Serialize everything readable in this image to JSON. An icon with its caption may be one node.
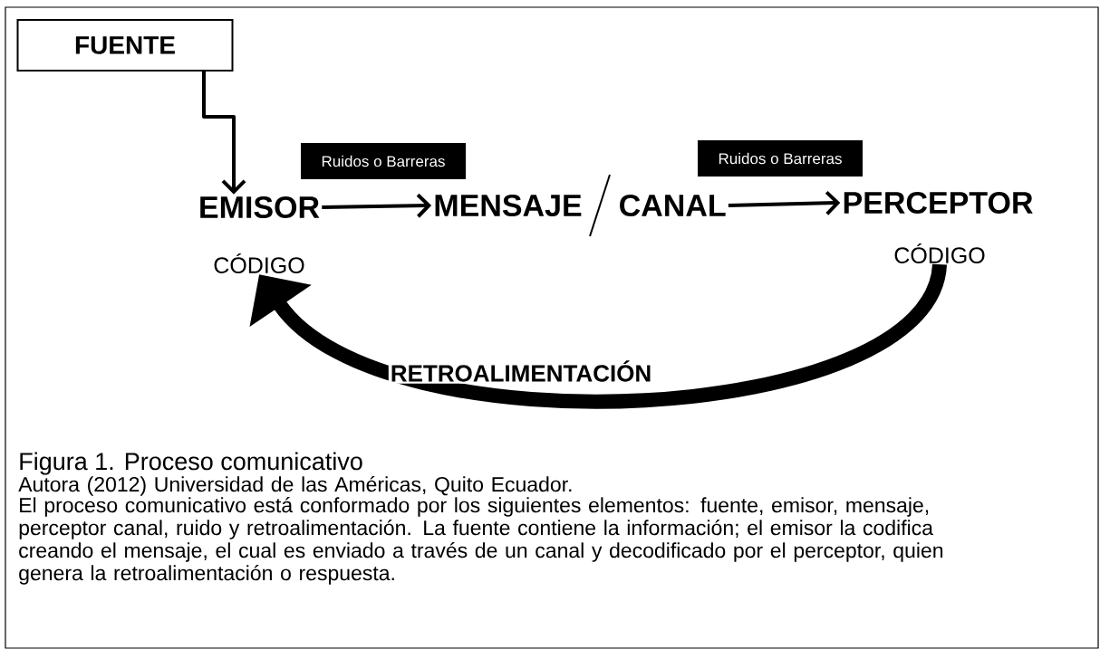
{
  "diagram": {
    "caption": "Figura 1. Proceso comunicativo",
    "nodes": [
      {
        "text": [
          "FUENTE"
        ]
      },
      {
        "text": [
          "Ruidos o Barreras"
        ]
      },
      {
        "text": [
          "Ruidos o Barreras"
        ]
      },
      {
        "text": [
          "EMISOR"
        ],
        "beside": [
          "CÓDIGO"
        ]
      },
      {
        "text": [
          "MENSAJE",
          "CANAL"
        ]
      },
      {
        "text": [
          "PERCEPTOR"
        ],
        "beside": [
          "CÓDIGO"
        ]
      }
    ],
    "edges": [
      {
        "from": 0,
        "to": 3,
        "arrow": "to"
      },
      {
        "from": 3,
        "to": 4,
        "arrow": "to"
      },
      {
        "from": 4,
        "to": 5,
        "arrow": "to"
      },
      {
        "from": 5,
        "to": 3,
        "arrow": "to",
        "label": "RETROALIMENTACIÓN",
        "style": "thick"
      }
    ],
    "labels": [
      "Autora (2012) Universidad de las Américas, Quito Ecuador.",
      "El proceso comunicativo está conformado por los siguientes elementos: fuente, emisor, mensaje, perceptor canal, ruido y retroalimentación.  La fuente contiene la información; el emisor la codifica creando el mensaje, el cual es enviado a través de un canal y decodificado por el perceptor, quien genera la retroalimentación o respuesta."
    ]
  }
}
